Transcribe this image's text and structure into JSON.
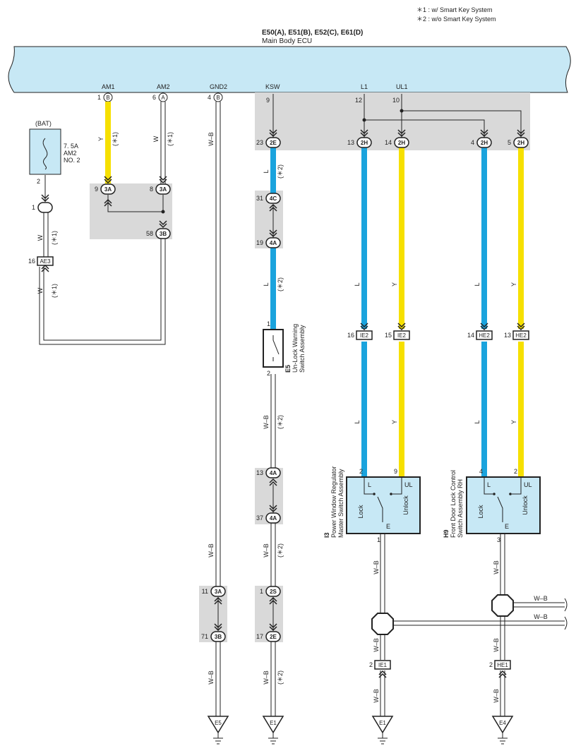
{
  "notes": [
    "＊1 : w/ Smart Key System",
    "＊2 : w/o Smart Key System"
  ],
  "ecu": {
    "codes": "E50(A), E51(B), E52(C), E61(D)",
    "name": "Main Body ECU"
  },
  "ecu_pins": {
    "am1": {
      "name": "AM1",
      "num": "1",
      "conn": "B"
    },
    "am2": {
      "name": "AM2",
      "num": "6",
      "conn": "A"
    },
    "gnd2": {
      "name": "GND2",
      "num": "4",
      "conn": "B"
    },
    "ksw": {
      "name": "KSW",
      "num": "9"
    },
    "l1": {
      "name": "L1",
      "num": "12"
    },
    "ul1": {
      "name": "UL1",
      "num": "10"
    }
  },
  "fuse": {
    "label": "(BAT)",
    "rating": "7. 5A",
    "name": "AM2",
    "number": "NO. 2",
    "pin": "2"
  },
  "connectors": [
    {
      "id": "c1",
      "pin": "1",
      "code": ""
    },
    {
      "id": "c2",
      "pin": "9",
      "code": "3A"
    },
    {
      "id": "c3",
      "pin": "8",
      "code": "3A"
    },
    {
      "id": "c4",
      "pin": "58",
      "code": "3B"
    },
    {
      "id": "c5",
      "pin": "16",
      "code": "AE3"
    },
    {
      "id": "c6",
      "pin": "23",
      "code": "2E"
    },
    {
      "id": "c7",
      "pin": "13",
      "code": "2H"
    },
    {
      "id": "c8",
      "pin": "14",
      "code": "2H"
    },
    {
      "id": "c9",
      "pin": "4",
      "code": "2H"
    },
    {
      "id": "c10",
      "pin": "5",
      "code": "2H"
    },
    {
      "id": "c11",
      "pin": "31",
      "code": "4C"
    },
    {
      "id": "c12",
      "pin": "19",
      "code": "4A"
    },
    {
      "id": "c13",
      "pin": "16",
      "code": "IE2"
    },
    {
      "id": "c14",
      "pin": "15",
      "code": "IE2"
    },
    {
      "id": "c15",
      "pin": "14",
      "code": "HE2"
    },
    {
      "id": "c16",
      "pin": "13",
      "code": "HE2"
    },
    {
      "id": "c17",
      "pin": "13",
      "code": "4A"
    },
    {
      "id": "c18",
      "pin": "37",
      "code": "4A"
    },
    {
      "id": "c19",
      "pin": "11",
      "code": "3A"
    },
    {
      "id": "c20",
      "pin": "71",
      "code": "3B"
    },
    {
      "id": "c21",
      "pin": "1",
      "code": "2S"
    },
    {
      "id": "c22",
      "pin": "17",
      "code": "2E"
    },
    {
      "id": "c23",
      "pin": "2",
      "code": "IE1"
    },
    {
      "id": "c24",
      "pin": "2",
      "code": "HE1"
    }
  ],
  "wire_labels": [
    {
      "id": "w1",
      "text": "Y",
      "note": "(＊1)"
    },
    {
      "id": "w2",
      "text": "W",
      "note": "(＊1)"
    },
    {
      "id": "w3",
      "text": "W–B",
      "note": ""
    },
    {
      "id": "w4",
      "text": "L",
      "note": "(＊2)"
    },
    {
      "id": "w5",
      "text": "W",
      "note": "(＊1)"
    },
    {
      "id": "w6",
      "text": "W",
      "note": "(＊1)"
    },
    {
      "id": "w7",
      "text": "L",
      "note": "(＊2)"
    },
    {
      "id": "w8",
      "text": "L",
      "note": ""
    },
    {
      "id": "w9",
      "text": "Y",
      "note": ""
    },
    {
      "id": "w10",
      "text": "L",
      "note": ""
    },
    {
      "id": "w11",
      "text": "Y",
      "note": ""
    },
    {
      "id": "w12",
      "text": "W–B",
      "note": "(＊2)"
    },
    {
      "id": "w13",
      "text": "L",
      "note": ""
    },
    {
      "id": "w14",
      "text": "Y",
      "note": ""
    },
    {
      "id": "w15",
      "text": "L",
      "note": ""
    },
    {
      "id": "w16",
      "text": "Y",
      "note": ""
    },
    {
      "id": "w17",
      "text": "W–B",
      "note": ""
    },
    {
      "id": "w18",
      "text": "W–B",
      "note": "(＊2)"
    },
    {
      "id": "w19",
      "text": "W–B",
      "note": ""
    },
    {
      "id": "w20",
      "text": "W–B",
      "note": ""
    },
    {
      "id": "w21",
      "text": "W–B",
      "note": ""
    },
    {
      "id": "w22",
      "text": "W–B",
      "note": "(＊2)"
    },
    {
      "id": "w23",
      "text": "W–B",
      "note": ""
    },
    {
      "id": "w24",
      "text": "W–B",
      "note": ""
    },
    {
      "id": "w25",
      "text": "W–B",
      "note": ""
    },
    {
      "id": "w26",
      "text": "W–B",
      "note": ""
    },
    {
      "id": "w27",
      "text": "W–B",
      "note": ""
    },
    {
      "id": "w28",
      "text": "W–B",
      "note": ""
    }
  ],
  "components": {
    "e5": {
      "code": "E5",
      "line1": "Un-Lock Warning",
      "line2": "Switch Assembly",
      "pin_top": "1",
      "pin_bottom": "2"
    },
    "i3": {
      "code": "I3",
      "line1": "Power Window Regulator",
      "line2": "Master Switch Assembly",
      "pin_l": "2",
      "pin_ul": "9",
      "pin_e": "1",
      "term_l": "L",
      "term_ul": "UL",
      "term_e": "E",
      "lock": "Lock",
      "unlock": "Unlock"
    },
    "h9": {
      "code": "H9",
      "line1": "Front Door Lock Control",
      "line2": "Switch Assembly RH",
      "pin_l": "4",
      "pin_ul": "2",
      "pin_e": "3",
      "term_l": "L",
      "term_ul": "UL",
      "term_e": "E",
      "lock": "Lock",
      "unlock": "Unlock"
    }
  },
  "grounds": [
    {
      "id": "g1",
      "code": "E5"
    },
    {
      "id": "g2",
      "code": "E1"
    },
    {
      "id": "g3",
      "code": "E1"
    },
    {
      "id": "g4",
      "code": "E4"
    }
  ],
  "colors": {
    "ecu_fill": "#c7e8f5",
    "shade": "#d9d9d9",
    "wire_l": "#1aa3dd",
    "wire_y": "#f6e000",
    "line": "#222222"
  }
}
